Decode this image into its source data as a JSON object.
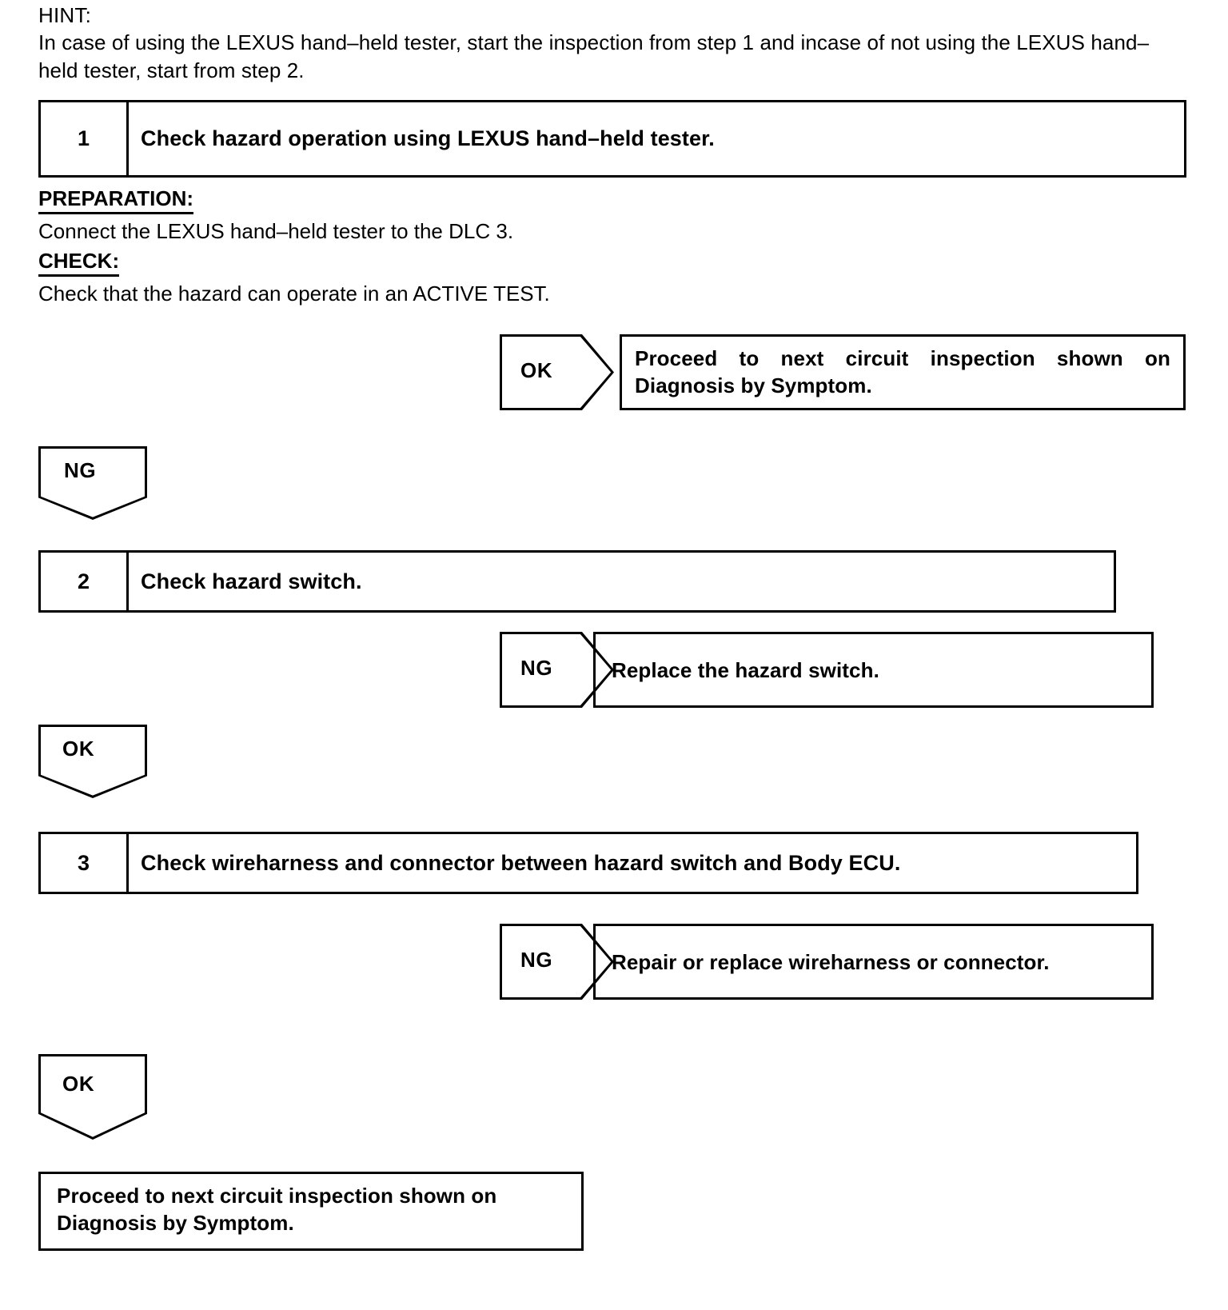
{
  "hint": {
    "label": "HINT:",
    "body": "In case of using the LEXUS hand–held tester, start the inspection from step 1 and incase of not using the LEXUS hand–held tester, start from step 2."
  },
  "steps": [
    {
      "number": "1",
      "title": "Check hazard operation using LEXUS hand–held tester."
    },
    {
      "number": "2",
      "title": "Check hazard switch."
    },
    {
      "number": "3",
      "title": "Check wireharness and connector between hazard switch and Body ECU."
    }
  ],
  "details": {
    "preparation_label": "PREPARATION:",
    "preparation_text": "Connect the LEXUS hand–held tester to the DLC 3.",
    "check_label": "CHECK:",
    "check_text": "Check that the hazard can operate in an ACTIVE TEST."
  },
  "branches": {
    "step1_ok_tag": "OK",
    "step1_ok_result": "Proceed to next circuit inspection shown on Diagnosis by Symptom.",
    "step1_ng_tag": "NG",
    "step2_ng_tag": "NG",
    "step2_ng_result": "Replace the hazard switch.",
    "step2_ok_tag": "OK",
    "step3_ng_tag": "NG",
    "step3_ng_result": "Repair or replace wireharness or connector.",
    "step3_ok_tag": "OK"
  },
  "conclusion": {
    "text": "Proceed to next circuit inspection shown on Diagnosis by Symptom."
  },
  "colors": {
    "ink": "#000000",
    "paper": "#ffffff"
  }
}
